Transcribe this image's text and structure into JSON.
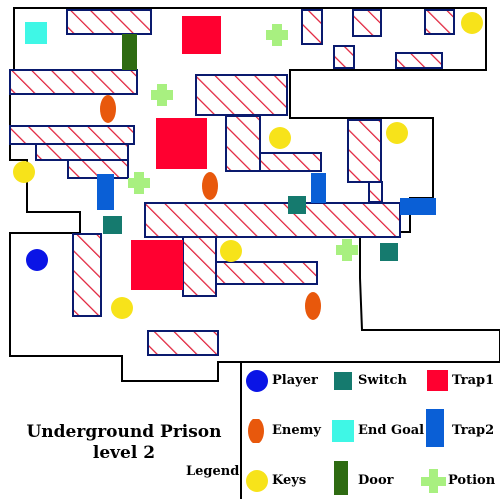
{
  "title": {
    "line1": "Underground Prison",
    "line2": "level 2"
  },
  "legend": {
    "heading": "Legend",
    "items": [
      {
        "key": "player",
        "label": "Player",
        "icon": "blue-circle",
        "color": "#0a14e6"
      },
      {
        "key": "switch",
        "label": "Switch",
        "icon": "teal-square",
        "color": "#157a6e"
      },
      {
        "key": "trap1",
        "label": "Trap1",
        "icon": "red-square",
        "color": "#ff0030"
      },
      {
        "key": "enemy",
        "label": "Enemy",
        "icon": "orange-oval",
        "color": "#e8580c"
      },
      {
        "key": "end_goal",
        "label": "End Goal",
        "icon": "cyan-square",
        "color": "#3ff7e6"
      },
      {
        "key": "trap2",
        "label": "Trap2",
        "icon": "blue-bar",
        "color": "#0a5fd6"
      },
      {
        "key": "keys",
        "label": "Keys",
        "icon": "yellow-circle",
        "color": "#f7e31a"
      },
      {
        "key": "door",
        "label": "Door",
        "icon": "green-bar",
        "color": "#2e6b12"
      },
      {
        "key": "potion",
        "label": "Potion",
        "icon": "green-cross",
        "color": "#a8f080"
      }
    ]
  },
  "colors": {
    "wall_border": "#0a1a6e",
    "hatch": "#e0203a",
    "outline": "#000000"
  }
}
